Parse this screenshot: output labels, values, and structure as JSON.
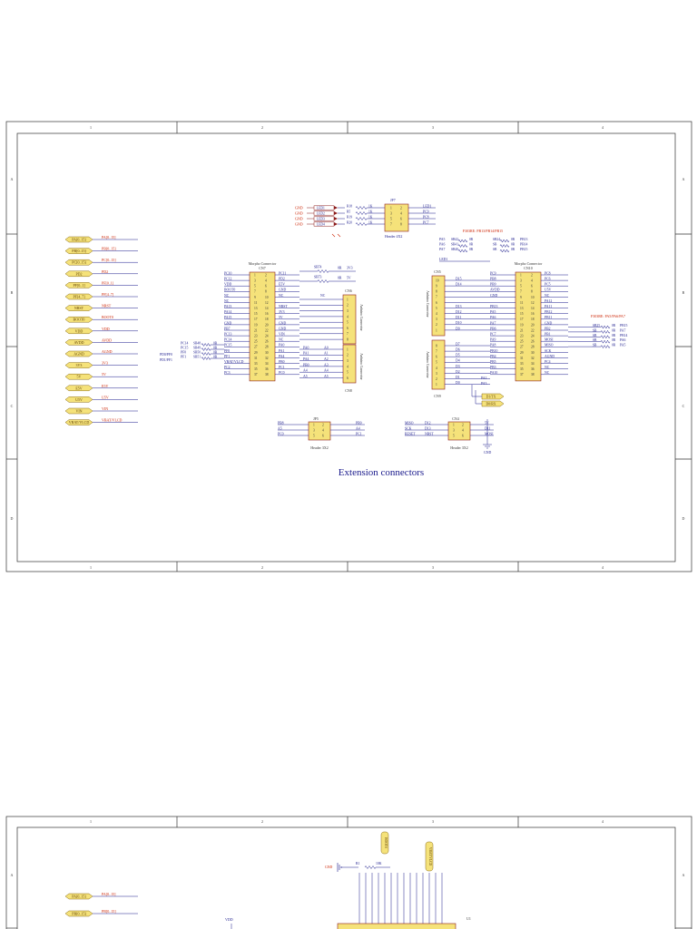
{
  "colors": {
    "frame": "#333333",
    "wire": "#1a1a8c",
    "port_fill": "#f5e27a",
    "port_stroke": "#8a6d1a",
    "component": "#8b1a1a",
    "text_red": "#cc2200"
  },
  "sheet": {
    "col_labels": [
      "1",
      "2",
      "3",
      "4"
    ],
    "row_labels": [
      "A",
      "B",
      "C",
      "D"
    ]
  },
  "sheet1": {
    "title": "Extension connectors",
    "ports": [
      "PA[0..15]",
      "PB[0..15]",
      "PC[0..15]",
      "PD2",
      "PF[0..1]",
      "PF[4..7]",
      "NRST",
      "BOOT0",
      "VDD",
      "AVDD",
      "AGND",
      "3V3",
      "5V",
      "E5V",
      "U5V",
      "VIN",
      "VBAT/VLCD"
    ],
    "port_nets": [
      "PA[0..15]",
      "PB[0..15]",
      "PC[0..15]",
      "PD2",
      "PF[0..1]",
      "PF[4..7]",
      "NRST",
      "BOOT0",
      "VDD",
      "AVDD",
      "AGND",
      "3V3",
      "5V",
      "E5V",
      "U5V",
      "VIN",
      "VBAT/VLCD"
    ],
    "leds": {
      "gnd": [
        "GND",
        "GND",
        "GND",
        "GND"
      ],
      "names": [
        "LED1",
        "LED2",
        "LED3",
        "LED4"
      ],
      "resistors": [
        "R18",
        "R5",
        "R19",
        "R20"
      ],
      "values": [
        "1K",
        "1K",
        "1K",
        "1K"
      ],
      "header": "JP7",
      "header_name": "Header 4X2",
      "pins_left": [
        "1",
        "3",
        "5",
        "7"
      ],
      "pins_right": [
        "2",
        "4",
        "6",
        "8"
      ],
      "nets_right": [
        "LED1",
        "PC9",
        "PC8",
        "PC7"
      ]
    },
    "cn7": {
      "title": "Morpho Connector",
      "ref": "CN7",
      "left_nets": [
        "PC10",
        "PC12",
        "VDD",
        "BOOT0",
        "NC",
        "NC",
        "PA13",
        "PA14",
        "PA15",
        "GND",
        "PB7",
        "PC13",
        "PC14",
        "PC15",
        "PF0",
        "PF1",
        "VBAT/VLCD",
        "PC2",
        "PC3"
      ],
      "left_pins": [
        "1",
        "3",
        "5",
        "7",
        "9",
        "11",
        "13",
        "15",
        "17",
        "19",
        "21",
        "23",
        "25",
        "27",
        "29",
        "31",
        "33",
        "35",
        "37"
      ],
      "right_pins": [
        "2",
        "4",
        "6",
        "8",
        "10",
        "12",
        "14",
        "16",
        "18",
        "20",
        "22",
        "24",
        "26",
        "28",
        "30",
        "32",
        "34",
        "36",
        "38"
      ],
      "right_nets": [
        "PC11",
        "PD2",
        "E5V",
        "GND",
        "NC",
        "",
        "NRST",
        "3V3",
        "5V",
        "GND",
        "GND",
        "VIN",
        "NC",
        "PA0",
        "PA1",
        "PA4",
        "PB0",
        "PC1",
        "PC0"
      ]
    },
    "sb_left": {
      "refs": [
        "SB48",
        "SB49",
        "SB50",
        "SB51"
      ],
      "values": [
        "0R",
        "0R",
        "0R",
        "0R"
      ],
      "nets": [
        "PC14",
        "PC15",
        "PF0",
        "PF1"
      ],
      "extra": [
        "PD0/PF0",
        "PD1/PF1"
      ]
    },
    "sb_top": {
      "refs": [
        "SB74",
        "SB73"
      ],
      "values": [
        "0R",
        "0R"
      ],
      "nets": [
        "3V3",
        "5V"
      ],
      "nc": "NC"
    },
    "cn6": {
      "ref": "CN6",
      "pins": [
        "1",
        "2",
        "3",
        "4",
        "5",
        "6",
        "7",
        "8"
      ],
      "label": "Arduino Connector"
    },
    "cn8": {
      "ref": "CN8",
      "pins": [
        "1",
        "2",
        "3",
        "4",
        "5",
        "6"
      ],
      "label": "Arduino Connector",
      "nets_a": [
        "A0",
        "A1",
        "A2",
        "A3",
        "A4",
        "A5"
      ],
      "nets_p": [
        "PA0",
        "PA1",
        "PA4",
        "PB0",
        "A4",
        "A5"
      ]
    },
    "cn5": {
      "ref": "CN5",
      "pins": [
        "10",
        "9",
        "8",
        "7",
        "6",
        "5",
        "4",
        "3",
        "2",
        "1"
      ],
      "nets": [
        "D15",
        "D14",
        "",
        "",
        "",
        "D13",
        "D12",
        "D11",
        "D10",
        "D9"
      ],
      "label": "Arduino Connector"
    },
    "cn9": {
      "ref": "CN9",
      "pins": [
        "8",
        "7",
        "6",
        "5",
        "4",
        "3",
        "2",
        "1"
      ],
      "nets": [
        "D7",
        "D6",
        "D5",
        "D4",
        "D3",
        "D2",
        "D1",
        "D0"
      ],
      "label": "Arduino Connector"
    },
    "cn10": {
      "title": "Morpho Connector",
      "ref": "CN10",
      "top_note": "F303RE: PB13/PB14/PB15",
      "top_sbs": [
        "PA5",
        "SB42",
        "0R",
        "SB24",
        "0R",
        "PB13",
        "PA6",
        "SB41",
        "0R",
        "SB",
        "0R",
        "PB14",
        "PA7",
        "SB40",
        "0R",
        "SB",
        "0R",
        "PB15"
      ],
      "led_net": "LED1",
      "left_nets": [
        "PC9",
        "PB8",
        "PB9",
        "AVDD",
        "GND",
        "",
        "PB13",
        "PA5",
        "PA6",
        "PA7",
        "PB6",
        "PC7",
        "PA9",
        "PA8",
        "PB10",
        "PB4",
        "PB5",
        "PB3",
        "PA10"
      ],
      "left_pins": [
        "1",
        "3",
        "5",
        "7",
        "9",
        "11",
        "13",
        "15",
        "17",
        "19",
        "21",
        "23",
        "25",
        "27",
        "29",
        "31",
        "33",
        "35",
        "37"
      ],
      "right_pins": [
        "2",
        "4",
        "6",
        "8",
        "10",
        "12",
        "14",
        "16",
        "18",
        "20",
        "22",
        "24",
        "26",
        "28",
        "30",
        "32",
        "34",
        "36",
        "38"
      ],
      "right_nets": [
        "PC8",
        "PC6",
        "PC5",
        "U5V",
        "NC",
        "PA12",
        "PA11",
        "PB12",
        "PB11",
        "GND",
        "PB2",
        "PB1",
        "MOSI",
        "MISO",
        "SCK",
        "AGND",
        "PC4",
        "NC",
        "NC"
      ],
      "mid_nets": [
        "PA2",
        "PA3"
      ],
      "right_note": "F303RE: PA5/PA6/PA7",
      "right_sbs": [
        "SB25",
        "0R",
        "PB15",
        "SB",
        "0R",
        "PA7",
        "SB",
        "0R",
        "PB14",
        "SB",
        "0R",
        "PA6",
        "SB",
        "0R",
        "PA5"
      ]
    },
    "uart": {
      "tx": "D1/TX",
      "rx": "D0/RX"
    },
    "jp5": {
      "ref": "JP5",
      "name": "Header 3X2",
      "left_nets": [
        "PB8",
        "A5",
        "PC0"
      ],
      "pins_left": [
        "1",
        "3",
        "5"
      ],
      "pins_right": [
        "2",
        "4",
        "6"
      ],
      "right_nets": [
        "PB9",
        "A4",
        "PC1"
      ]
    },
    "cn4": {
      "ref": "CN4",
      "name": "Header 3X2",
      "left_nets": [
        "MISO",
        "SCK",
        "RESET"
      ],
      "left_d": [
        "D12",
        "D13",
        "NRST"
      ],
      "pins_left": [
        "1",
        "3",
        "5"
      ],
      "pins_right": [
        "2",
        "4",
        "6"
      ],
      "right_nets": [
        "5V",
        "D11",
        "MOSI"
      ],
      "gnd": "GND"
    }
  },
  "sheet2": {
    "ports": [
      "PA[0..15]",
      "PB[0..15]"
    ],
    "port_nets": [
      "PA[0..15]",
      "PB[0..15]"
    ],
    "vdd": "VDD",
    "gnd": "GND",
    "r1": "R1",
    "r1_val": "10K",
    "u1": "U1",
    "vert_ports": [
      "BOOT0",
      "VBAT/VLCD"
    ]
  }
}
